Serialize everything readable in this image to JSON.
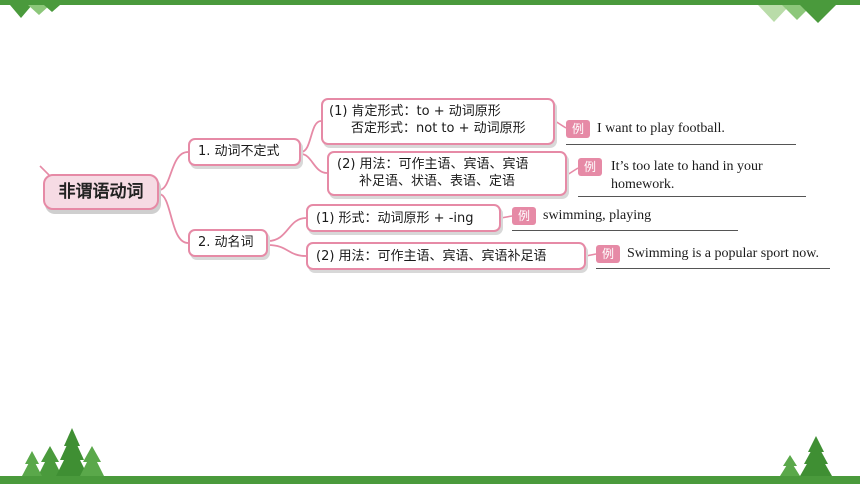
{
  "colors": {
    "accent": "#e68aa6",
    "root_fill": "#f6dbe4",
    "green": "#4a9a3c"
  },
  "root": {
    "label": "非谓语动词"
  },
  "branches": [
    {
      "label": "1. 动词不定式",
      "children": [
        {
          "lines": [
            "(1) 肯定形式：to + 动词原形",
            "否定形式：not to + 动词原形"
          ],
          "example_badge": "例",
          "example_lines": [
            "I want to play football."
          ]
        },
        {
          "lines": [
            "(2) 用法：可作主语、宾语、宾语",
            "补足语、状语、表语、定语"
          ],
          "example_badge": "例",
          "example_lines": [
            "It’s too late to hand in your",
            "homework."
          ]
        }
      ]
    },
    {
      "label": "2. 动名词",
      "children": [
        {
          "lines": [
            "(1) 形式：动词原形 + -ing"
          ],
          "example_badge": "例",
          "example_lines": [
            "swimming, playing"
          ]
        },
        {
          "lines": [
            "(2) 用法：可作主语、宾语、宾语补足语"
          ],
          "example_badge": "例",
          "example_lines": [
            "Swimming is a popular sport now."
          ]
        }
      ]
    }
  ],
  "decorations": {
    "top_left": "triangle-decor",
    "top_right": "triangle-decor",
    "bottom_left": "pine-trees",
    "bottom_right": "pine-trees"
  }
}
